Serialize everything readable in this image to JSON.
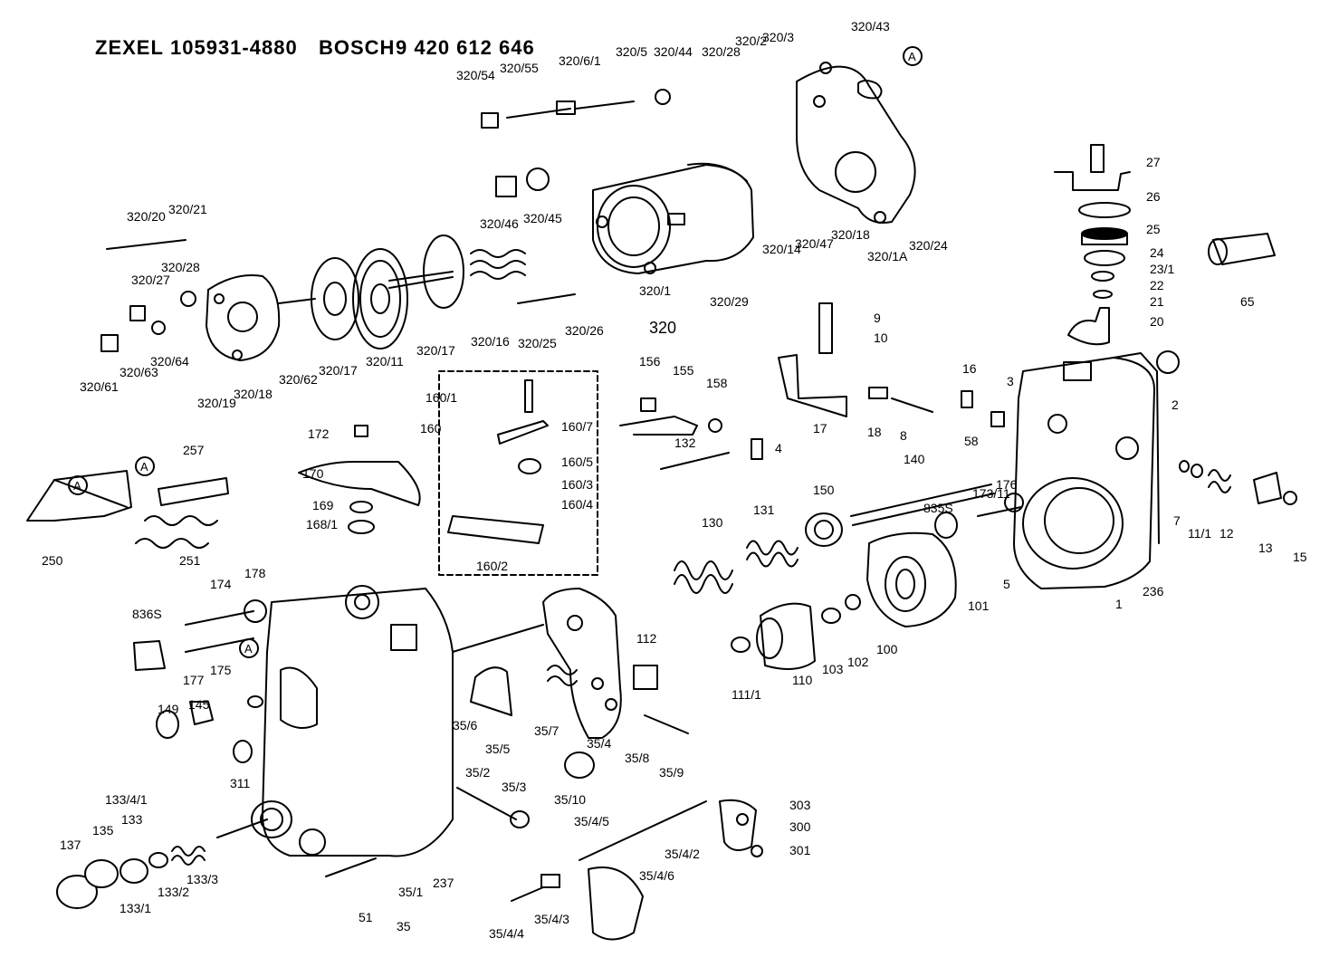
{
  "header": {
    "maker1": "ZEXEL",
    "part_no_zexel": "105931-4880",
    "maker2": "BOSCH",
    "part_no_bosch": "9 420 612 646"
  },
  "assembly_label": "320",
  "callouts": [
    "320/43",
    "320/3",
    "320/2",
    "320/28",
    "320/44",
    "320/5",
    "320/6/1",
    "320/55",
    "320/54",
    "320/46",
    "320/45",
    "320/14",
    "320/47",
    "320/18",
    "320/1A",
    "320/24",
    "320/20",
    "320/21",
    "320/28",
    "320/27",
    "320/64",
    "320/63",
    "320/61",
    "320/19",
    "320/18",
    "320/62",
    "320/17",
    "320/11",
    "320/17",
    "320/16",
    "320/25",
    "320/26",
    "320/1",
    "320/29",
    "27",
    "26",
    "25",
    "24",
    "23/1",
    "22",
    "21",
    "20",
    "65",
    "9",
    "10",
    "17",
    "18",
    "8",
    "16",
    "3",
    "58",
    "2",
    "7",
    "11/1",
    "12",
    "13",
    "15",
    "156",
    "155",
    "158",
    "132",
    "4",
    "160/1",
    "160",
    "160/7",
    "160/5",
    "160/3",
    "160/4",
    "160/2",
    "172",
    "170",
    "169",
    "168/1",
    "257",
    "250",
    "251",
    "140",
    "150",
    "131",
    "130",
    "176",
    "173/11",
    "835S",
    "101",
    "5",
    "1",
    "236",
    "100",
    "102",
    "103",
    "110",
    "111/1",
    "112",
    "836S",
    "174",
    "178",
    "177",
    "175",
    "149",
    "145",
    "311",
    "35/6",
    "35/5",
    "35/7",
    "35/4",
    "35/8",
    "35/9",
    "35/10",
    "35/2",
    "35/3",
    "133/4/1",
    "133",
    "135",
    "137",
    "133/1",
    "133/2",
    "133/3",
    "51",
    "35/1",
    "237",
    "35",
    "303",
    "300",
    "301",
    "35/4/5",
    "35/4/2",
    "35/4/6",
    "35/4/3",
    "35/4/4"
  ],
  "circle_markers": [
    "A",
    "A",
    "A",
    "A"
  ]
}
